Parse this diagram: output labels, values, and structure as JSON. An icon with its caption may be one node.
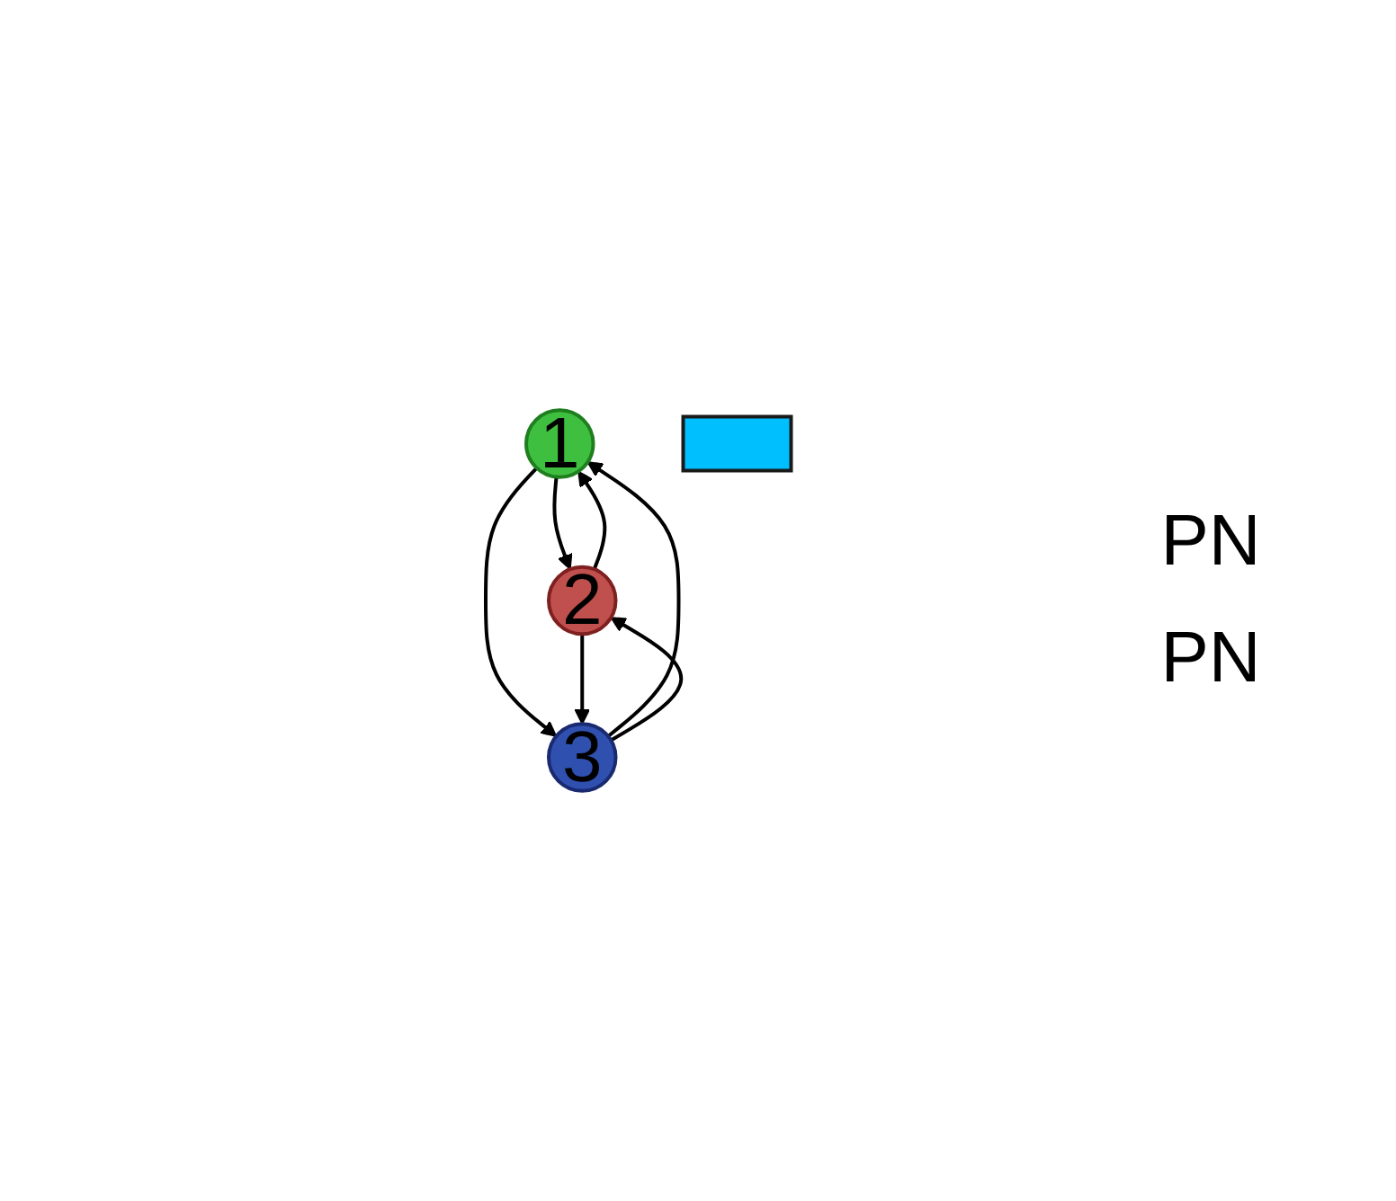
{
  "diagram": {
    "nodes": [
      {
        "text": [
          "1"
        ]
      },
      {
        "text": [
          "2"
        ]
      },
      {
        "text": [
          "3"
        ]
      },
      {
        "text": [],
        "shape": "box"
      }
    ],
    "edges": [
      {
        "from": 0,
        "to": 1,
        "arrow": "to"
      },
      {
        "from": 1,
        "to": 0,
        "arrow": "to"
      },
      {
        "from": 0,
        "to": 2,
        "arrow": "to"
      },
      {
        "from": 2,
        "to": 0,
        "arrow": "to"
      },
      {
        "from": 2,
        "to": 1,
        "arrow": "to"
      },
      {
        "from": 1,
        "to": 2,
        "arrow": "to"
      }
    ],
    "labels": [
      "PN",
      "PN"
    ]
  }
}
